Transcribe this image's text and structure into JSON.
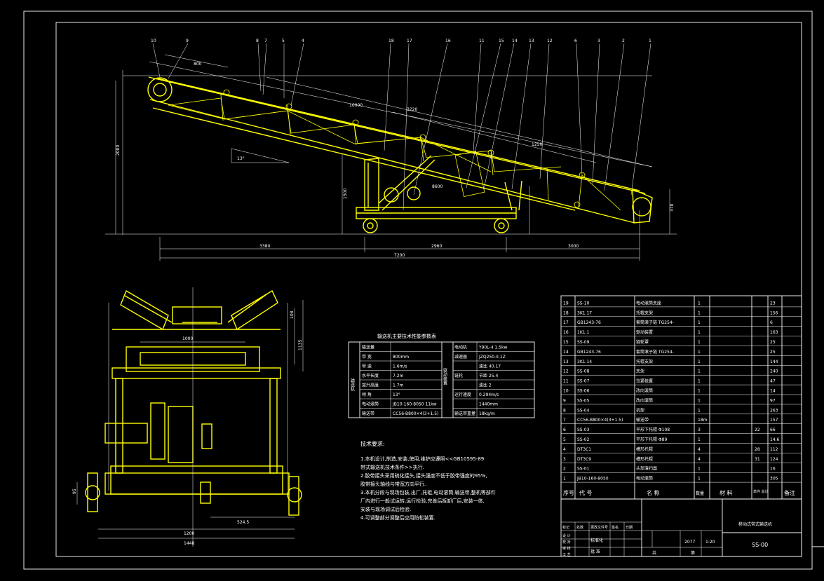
{
  "side_view": {
    "balloons": [
      "10",
      "9",
      "8",
      "7",
      "5",
      "4",
      "18",
      "17",
      "16",
      "11",
      "15",
      "14",
      "13",
      "12",
      "6",
      "3",
      "2",
      "1"
    ],
    "dims": {
      "d1": "3380",
      "d2": "2960",
      "d3": "3000",
      "d4": "7200",
      "h1": "2000",
      "h2": "1500",
      "h3": "370",
      "top1": "800",
      "top2": "3220",
      "slope": "10000",
      "c1": "1250",
      "c2": "8600"
    }
  },
  "front_view": {
    "dims": {
      "w1": "1200",
      "w2": "1448",
      "half": "524.5",
      "drum": "1000",
      "hgt": "1135",
      "h_a": "95",
      "h_b": "108"
    }
  },
  "params_table": {
    "title": "输送机主要技术性能参数表",
    "left_group": "输送机",
    "right_group": "驱动装置",
    "left_rows": [
      {
        "label": "输送量",
        "value": ""
      },
      {
        "label": "带 宽",
        "value": "800mm"
      },
      {
        "label": "带 速",
        "value": "1.6m/s"
      },
      {
        "label": "水平长度",
        "value": "7.2m"
      },
      {
        "label": "提升高度",
        "value": "1.7m"
      },
      {
        "label": "倾 角",
        "value": "13°"
      },
      {
        "label": "电动滚筒",
        "value": "JB10-160-8050 11kw"
      },
      {
        "label": "输送带",
        "value": "CC56-B800×4(3+1.5)"
      }
    ],
    "right_rows": [
      {
        "label": "电动机",
        "value": "Y90L-4  1.5kw"
      },
      {
        "label": "减速器",
        "value": "JZQ250-II-1Z"
      },
      {
        "label": "",
        "value": "速比 40.17"
      },
      {
        "label": "链轮",
        "value": "节距 25.4"
      },
      {
        "label": "",
        "value": "速比 2"
      },
      {
        "label": "运行速度",
        "value": "0.294m/s"
      },
      {
        "label": "",
        "value": "1440mm"
      },
      {
        "label": "输送带重量",
        "value": "18kg/m"
      }
    ]
  },
  "notes": {
    "title": "技术要求:",
    "lines": [
      "1.本机设计,制造,安装,使用,维护应遵照<<GB10595-89",
      "  带式输送机技术条件>>执行.",
      "2.胶带接头采用硫化接头,接头强度不低于胶带强度的95%,",
      "  胶带接头轴线与带宽方向平行.",
      "3.本机分段与现场包装,出厂,托辊,电动滚筒,输送带,整机等部件",
      "  厂内进行一般试运转,运行检验,完善后拆卸厂后,安装一体,",
      "  安装与现场调试后检验.",
      "4.可调整部分调整后应用防松装置."
    ]
  },
  "bom": {
    "rows": [
      {
        "no": "19",
        "code": "SS-10",
        "name": "电动滚筒支座",
        "qty": "1",
        "mat": "",
        "w1": "",
        "w2": "23"
      },
      {
        "no": "18",
        "code": "3K1.17",
        "name": "托辊支架",
        "qty": "1",
        "mat": "",
        "w1": "",
        "w2": "156"
      },
      {
        "no": "17",
        "code": "GB1243-76",
        "name": "套筒滚子链  TG254-",
        "qty": "1",
        "mat": "",
        "w1": "",
        "w2": "6"
      },
      {
        "no": "16",
        "code": "1K1.1",
        "name": "驱动装置",
        "qty": "1",
        "mat": "",
        "w1": "",
        "w2": "163"
      },
      {
        "no": "15",
        "code": "SS-09",
        "name": "链轮罩",
        "qty": "1",
        "mat": "",
        "w1": "",
        "w2": "25"
      },
      {
        "no": "14",
        "code": "GB1243-76",
        "name": "套筒滚子链  TG254-",
        "qty": "1",
        "mat": "",
        "w1": "",
        "w2": "25"
      },
      {
        "no": "13",
        "code": "3K1.14",
        "name": "托辊支架",
        "qty": "1",
        "mat": "",
        "w1": "",
        "w2": "144"
      },
      {
        "no": "12",
        "code": "SS-08",
        "name": "支架",
        "qty": "1",
        "mat": "",
        "w1": "",
        "w2": "240"
      },
      {
        "no": "11",
        "code": "SS-07",
        "name": "拉紧装置",
        "qty": "1",
        "mat": "",
        "w1": "",
        "w2": "47"
      },
      {
        "no": "10",
        "code": "SS-06",
        "name": "改向滚筒",
        "qty": "1",
        "mat": "",
        "w1": "",
        "w2": "14"
      },
      {
        "no": "9",
        "code": "SS-05",
        "name": "改向滚筒",
        "qty": "1",
        "mat": "",
        "w1": "",
        "w2": "97"
      },
      {
        "no": "8",
        "code": "SS-04",
        "name": "机架",
        "qty": "1",
        "mat": "",
        "w1": "",
        "w2": "263"
      },
      {
        "no": "7",
        "code": "CC56-B800×4(3+1.5)",
        "name": "输送带",
        "qty": "18m",
        "mat": "",
        "w1": "",
        "w2": "157"
      },
      {
        "no": "6",
        "code": "SS-03",
        "name": "平形下托辊   Φ108",
        "qty": "3",
        "mat": "",
        "w1": "22",
        "w2": "66"
      },
      {
        "no": "5",
        "code": "SS-02",
        "name": "平形下托辊   Φ89",
        "qty": "1",
        "mat": "",
        "w1": "",
        "w2": "14.6"
      },
      {
        "no": "4",
        "code": "DT3C1",
        "name": "槽形托辊",
        "qty": "4",
        "mat": "",
        "w1": "28",
        "w2": "112"
      },
      {
        "no": "3",
        "code": "DT3C9",
        "name": "槽形托辊",
        "qty": "4",
        "mat": "",
        "w1": "31",
        "w2": "124"
      },
      {
        "no": "2",
        "code": "SS-01",
        "name": "头部清扫器",
        "qty": "1",
        "mat": "",
        "w1": "",
        "w2": "16"
      },
      {
        "no": "1",
        "code": "JB10-160-8050",
        "name": "电动滚筒",
        "qty": "1",
        "mat": "",
        "w1": "",
        "w2": "305"
      }
    ],
    "header": {
      "no": "序号",
      "code": "代    号",
      "name": "名    称",
      "qty": "数量",
      "mat": "材    料",
      "weight": "单件 总计",
      "remark": "备注"
    }
  },
  "title_block": {
    "drawing_name": "移动式带式输送机",
    "drawing_no": "SS-00",
    "weight": "2077",
    "scale": "1:20",
    "left_labels": [
      "标记",
      "处数",
      "更改文件号",
      "签名",
      "日期"
    ],
    "row_labels": [
      "设 计",
      "校 对",
      "审 核",
      "工 艺"
    ],
    "std": "标准化",
    "approve": "批 准",
    "sheet": "共",
    "sheet2": "第"
  },
  "colors": {
    "bg": "#000000",
    "frame": "#ffffff",
    "part": "#ffff00"
  }
}
